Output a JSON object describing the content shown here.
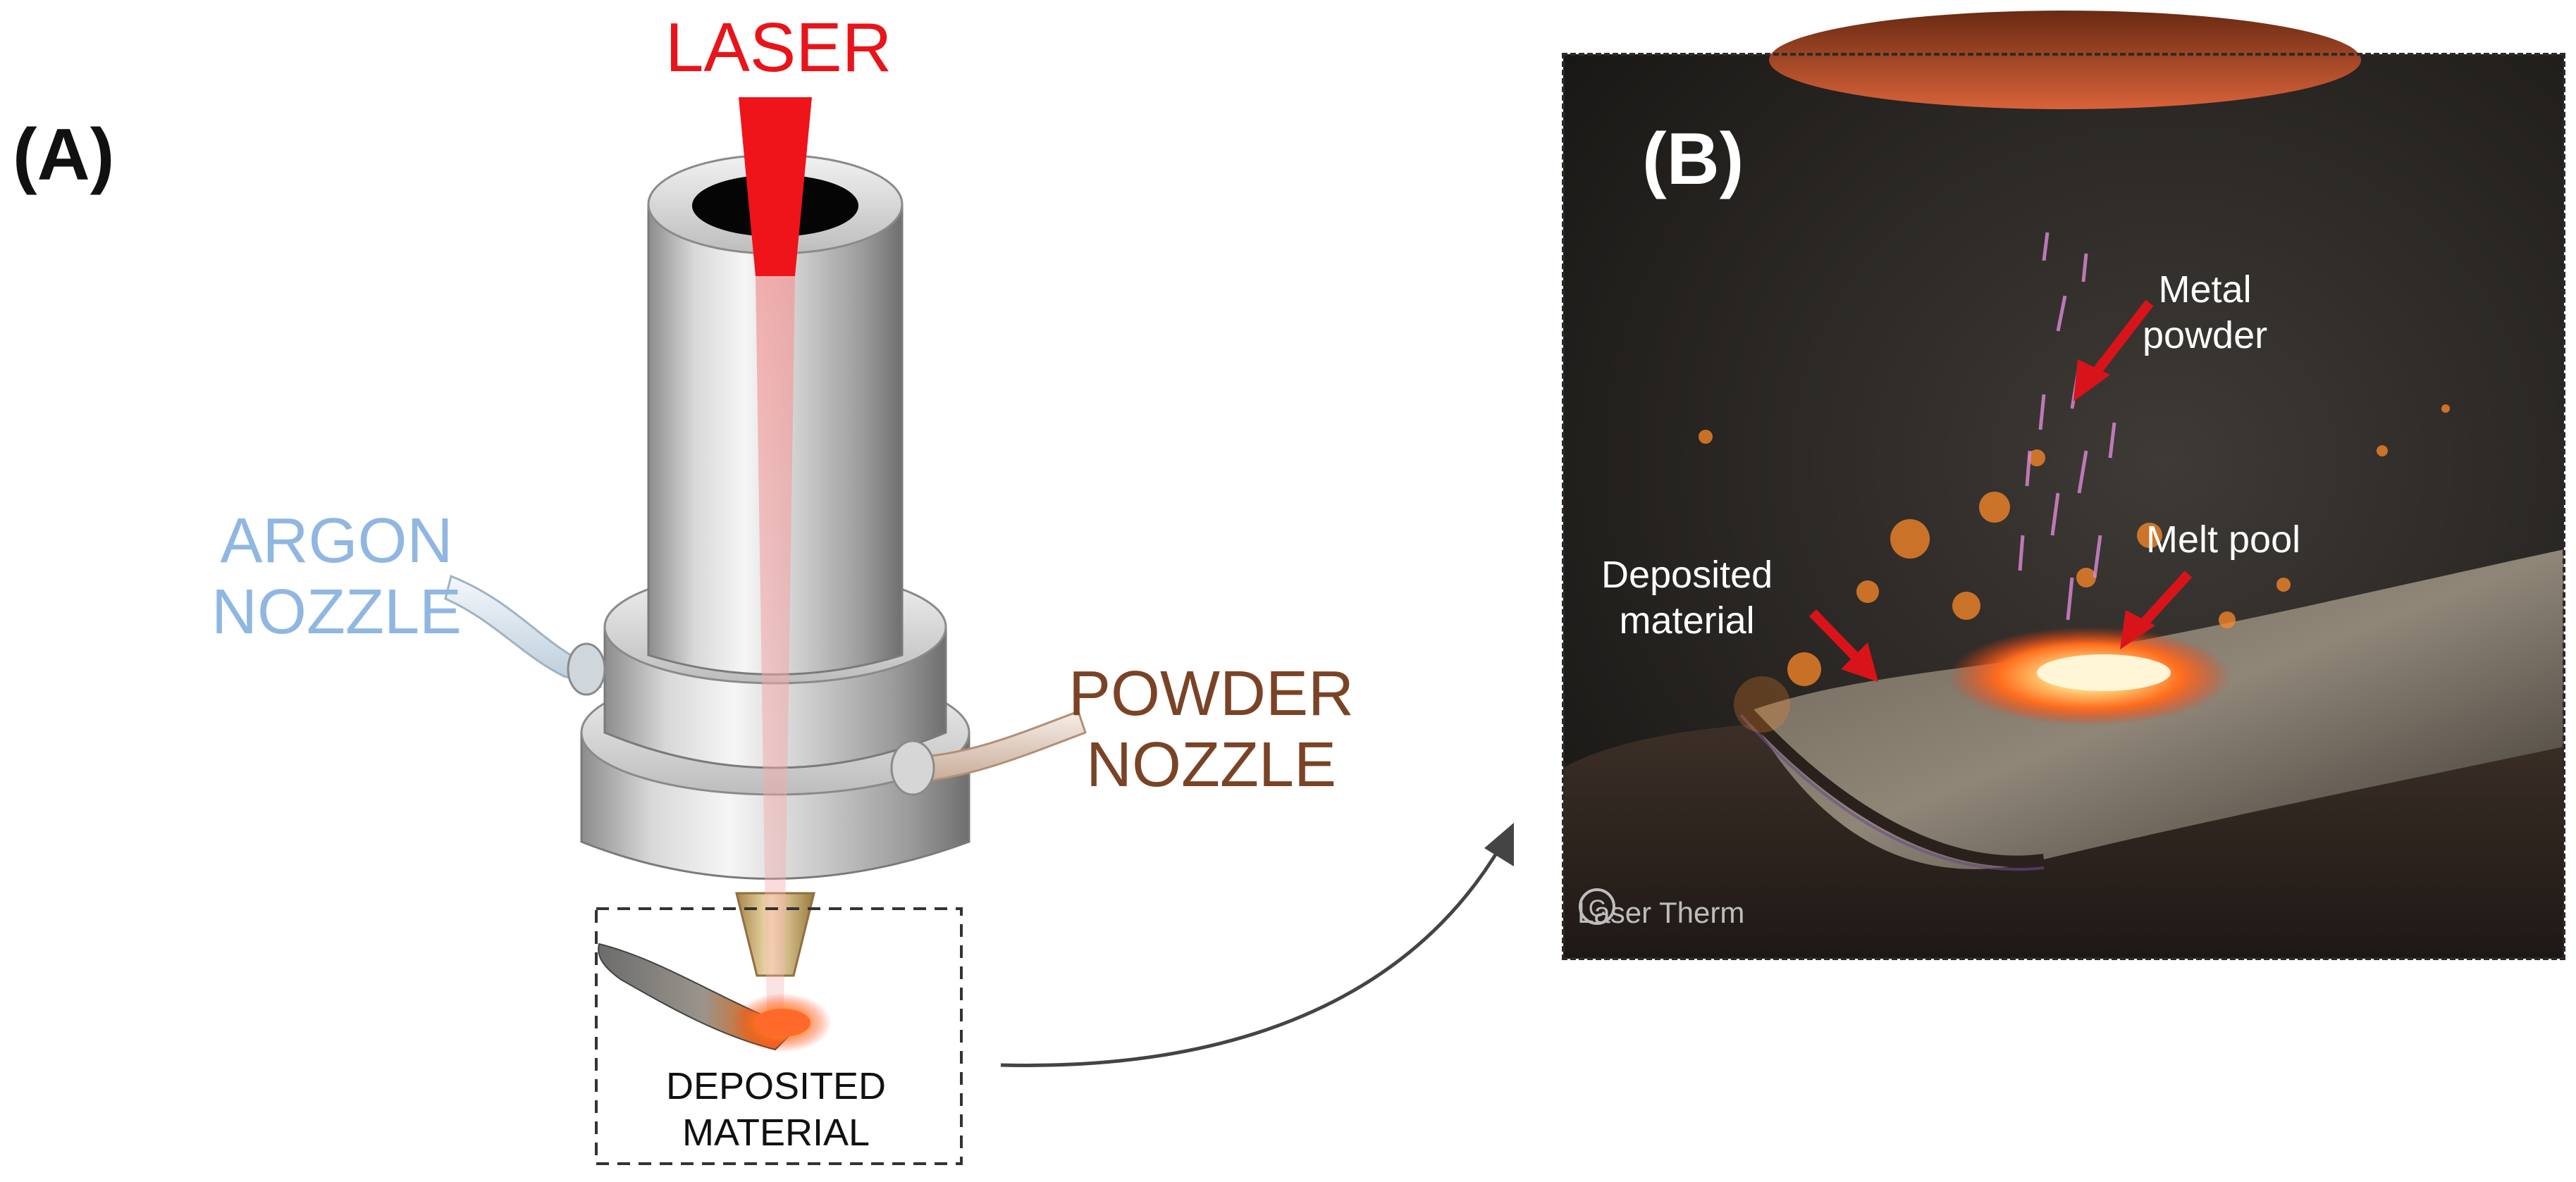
{
  "panel_a": {
    "panel_label": "(A)",
    "laser_label": "LASER",
    "argon_label": [
      "ARGON",
      "NOZZLE"
    ],
    "powder_label": [
      "POWDER",
      "NOZZLE"
    ],
    "deposited_label": [
      "DEPOSITED",
      "MATERIAL"
    ]
  },
  "panel_b": {
    "panel_label": "(B)",
    "metal_powder_label": [
      "Metal",
      "powder"
    ],
    "melt_pool_label": "Melt pool",
    "deposited_label": [
      "Deposited",
      "material"
    ],
    "copyright_text": "Laser Therm"
  },
  "colors": {
    "laser": "#e8141a",
    "argon": "#90b7e2",
    "powder": "#7a4326",
    "arrow_red": "#d8141a",
    "melt_glow": "#ff6a1a"
  }
}
